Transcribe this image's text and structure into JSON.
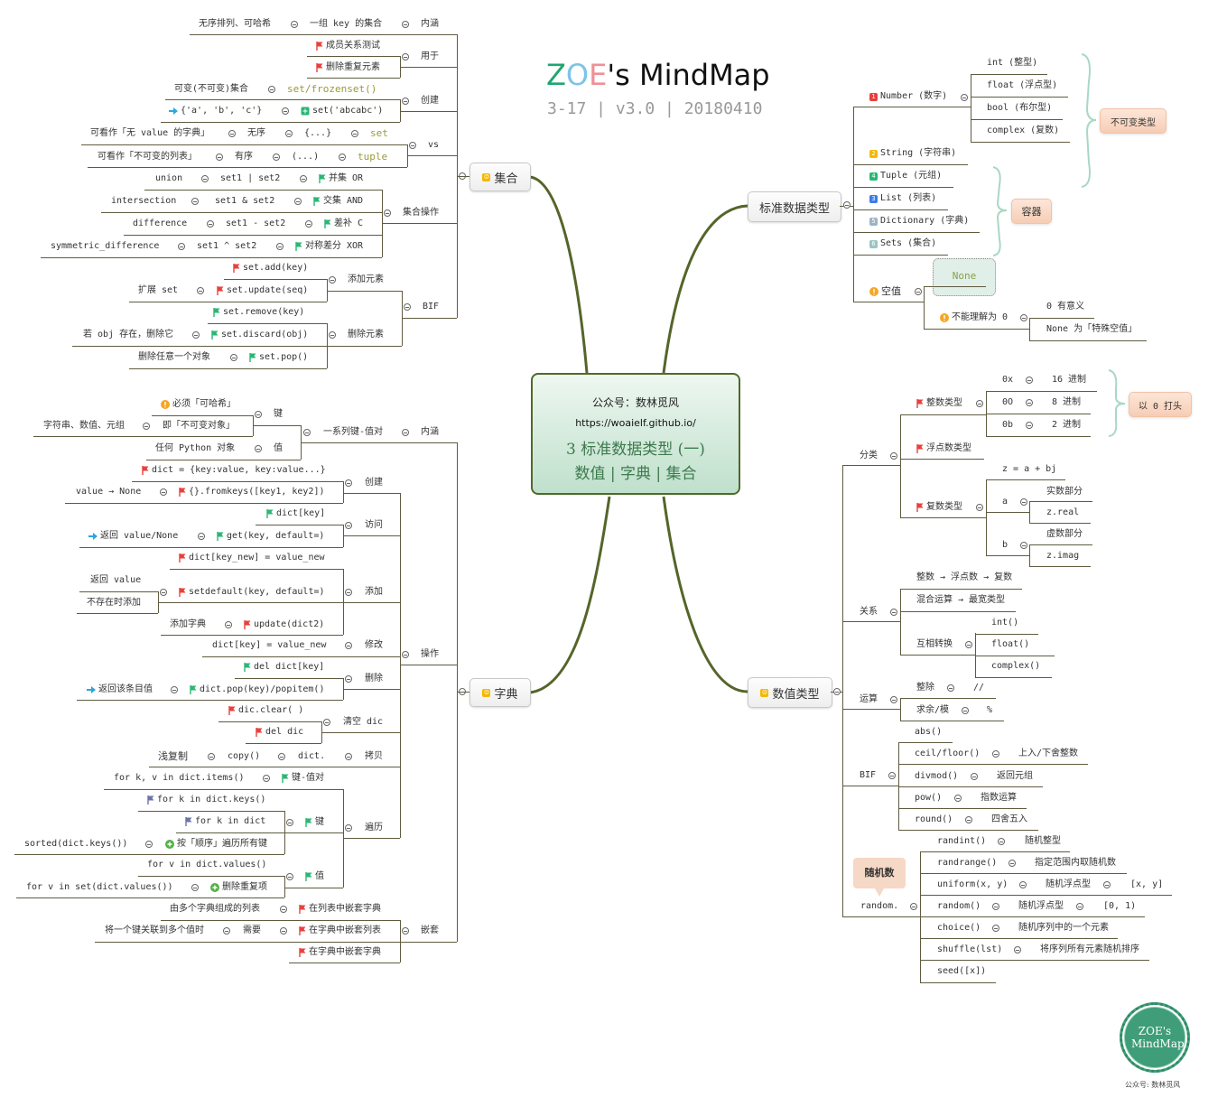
{
  "header": {
    "title_letters": [
      "Z",
      "O",
      "E",
      "'s MindMap"
    ],
    "subtitle": "3-17 | v3.0 | 20180410"
  },
  "center": {
    "wechat": "公众号：数林觅风",
    "url": "https://woaielf.github.io/",
    "title": "3 标准数据类型 (一)",
    "subtitle": "数值 | 字典 | 集合"
  },
  "logo": {
    "text": "ZOE's MindMap",
    "caption": "公众号: 数林觅风"
  },
  "colors": {
    "branch": "#55652a",
    "line": "#5f5b40",
    "flag_red": "#e8403b",
    "flag_green": "#2bb673",
    "flag_purple": "#6b74a8",
    "arrow_blue": "#2aa6e0",
    "tag_bg": "#f8d8c4",
    "center_bg": "#cfe8d7"
  },
  "sets": {
    "node": "集合",
    "meaning": {
      "label": "内涵",
      "value": "一组 key 的集合",
      "note": "无序排列、可哈希"
    },
    "usage": {
      "label": "用于",
      "items": [
        "成员关系测试",
        "删除重复元素"
      ]
    },
    "create": {
      "label": "创建",
      "rows": [
        [
          "可变(不可变)集合",
          "set/frozenset()"
        ],
        [
          "{'a', 'b', 'c'}",
          "set('abcabc')"
        ]
      ]
    },
    "vs": {
      "label": "vs",
      "rows": [
        [
          "可看作「无 value 的字典」",
          "无序",
          "{...}",
          "set"
        ],
        [
          "可看作「不可变的列表」",
          "有序",
          "(...)",
          "tuple"
        ]
      ]
    },
    "ops": {
      "label": "集合操作",
      "rows": [
        [
          "union",
          "set1 | set2",
          "并集 OR"
        ],
        [
          "intersection",
          "set1 & set2",
          "交集 AND"
        ],
        [
          "difference",
          "set1 - set2",
          "差补 C"
        ],
        [
          "symmetric_difference",
          "set1 ^ set2",
          "对称差分 XOR"
        ]
      ]
    },
    "bif": {
      "label": "BIF",
      "add": {
        "label": "添加元素",
        "add_call": "set.add(key)",
        "update_call": "set.update(seq)",
        "update_note": "扩展 set"
      },
      "remove": {
        "label": "删除元素",
        "remove_call": "set.remove(key)",
        "discard_call": "set.discard(obj)",
        "discard_note": "若 obj 存在，删除它",
        "pop_call": "set.pop()",
        "pop_note": "删除任意一个对象"
      }
    }
  },
  "dict": {
    "node": "字典",
    "meaning": {
      "label": "内涵",
      "value": "一系列键-值对",
      "key": {
        "label": "键",
        "must": "必须「可哈希」",
        "immutable": "即「不可变对象」",
        "examples": "字符串、数值、元组"
      },
      "val": {
        "label": "值",
        "desc": "任何 Python 对象"
      }
    },
    "ops": {
      "label": "操作",
      "create": {
        "label": "创建",
        "literal": "dict = {key:value, key:value...}",
        "fromkeys": "{}.fromkeys([key1, key2])",
        "fromkeys_note": "value → None"
      },
      "access": {
        "label": "访问",
        "index": "dict[key]",
        "get": "get(key, default=)",
        "get_note": "返回 value/None"
      },
      "add": {
        "label": "添加",
        "assign": "dict[key_new] = value_new",
        "setdefault": "setdefault(key, default=)",
        "setdefault_notes": [
          "返回 value",
          "不存在时添加"
        ],
        "update": "update(dict2)",
        "update_note": "添加字典"
      },
      "modify": {
        "label": "修改",
        "assign": "dict[key] = value_new"
      },
      "delete": {
        "label": "删除",
        "del": "del dict[key]",
        "pop": "dict.pop(key)/popitem()",
        "pop_note": "返回该条目值"
      },
      "clear": {
        "label": "清空 dic",
        "items": [
          "dic.clear( )",
          "del dic"
        ]
      },
      "copy": {
        "label": "拷贝",
        "obj": "dict.",
        "method": "copy()",
        "note": "浅复制"
      },
      "traverse": {
        "label": "遍历",
        "pairs": {
          "label": "键-值对",
          "code": "for k, v in dict.items()"
        },
        "keys": {
          "label": "键",
          "codes": [
            "for k in dict.keys()",
            "for k in dict"
          ],
          "sorted": "sorted(dict.keys())",
          "sorted_note": "按「顺序」遍历所有键"
        },
        "values": {
          "label": "值",
          "code": "for v in dict.values()",
          "dedupe": "for v in set(dict.values())",
          "dedupe_note": "删除重复项"
        }
      }
    },
    "nesting": {
      "label": "嵌套",
      "list_of_dicts": {
        "note": "由多个字典组成的列表",
        "label": "在列表中嵌套字典"
      },
      "dict_of_lists": {
        "note": "将一个键关联到多个值时",
        "need": "需要",
        "label": "在字典中嵌套列表"
      },
      "dict_of_dicts": {
        "label": "在字典中嵌套字典"
      }
    }
  },
  "std_types": {
    "node": "标准数据类型",
    "number": {
      "badge": "1",
      "label": "Number (数字)",
      "types": [
        "int (整型)",
        "float (浮点型)",
        "bool (布尔型)",
        "complex (复数)"
      ]
    },
    "string": {
      "badge": "2",
      "label": "String (字符串)"
    },
    "tuple": {
      "badge": "4",
      "label": "Tuple (元组)"
    },
    "list": {
      "badge": "3",
      "label": "List (列表)"
    },
    "dictionary": {
      "badge": "5",
      "label": "Dictionary (字典)"
    },
    "sets": {
      "badge": "6",
      "label": "Sets (集合)"
    },
    "immutable_label": "不可变类型",
    "container_label": "容器",
    "null": {
      "label": "空值",
      "none": "None",
      "not_zero": "不能理解为 0",
      "notes": [
        "0 有意义",
        "None 为「特殊空值」"
      ]
    }
  },
  "numeric": {
    "node": "数值类型",
    "classify": {
      "label": "分类",
      "int": {
        "label": "整数类型",
        "rows": [
          [
            "0x",
            "16 进制"
          ],
          [
            "0O",
            "8 进制"
          ],
          [
            "0b",
            "2 进制"
          ]
        ],
        "brace_label": "以 0 打头"
      },
      "float": {
        "label": "浮点数类型"
      },
      "complex": {
        "label": "复数类型",
        "formula": "z = a + bj",
        "a": {
          "label": "a",
          "items": [
            "实数部分",
            "z.real"
          ]
        },
        "b": {
          "label": "b",
          "items": [
            "虚数部分",
            "z.imag"
          ]
        }
      }
    },
    "relation": {
      "label": "关系",
      "items": [
        "整数 → 浮点数 → 复数",
        "混合运算 → 最宽类型"
      ],
      "convert": {
        "label": "互相转换",
        "items": [
          "int()",
          "float()",
          "complex()"
        ]
      }
    },
    "operation": {
      "label": "运算",
      "rows": [
        [
          "整除",
          "//"
        ],
        [
          "求余/模",
          "%"
        ]
      ]
    },
    "bif": {
      "label": "BIF",
      "abs": "abs()",
      "rows": [
        [
          "ceil/floor()",
          "上入/下舍整数"
        ],
        [
          "divmod()",
          "返回元组"
        ],
        [
          "pow()",
          "指数运算"
        ],
        [
          "round()",
          "四舍五入"
        ]
      ]
    },
    "random": {
      "label": "random.",
      "callout": "随机数",
      "rows": [
        [
          "randint()",
          "随机整型"
        ],
        [
          "randrange()",
          "指定范围内取随机数"
        ],
        [
          "uniform(x, y)",
          "随机浮点型",
          "[x, y]"
        ],
        [
          "random()",
          "随机浮点型",
          "[0, 1)"
        ],
        [
          "choice()",
          "随机序列中的一个元素"
        ],
        [
          "shuffle(lst)",
          "将序列所有元素随机排序"
        ],
        [
          "seed([x])"
        ]
      ]
    }
  }
}
